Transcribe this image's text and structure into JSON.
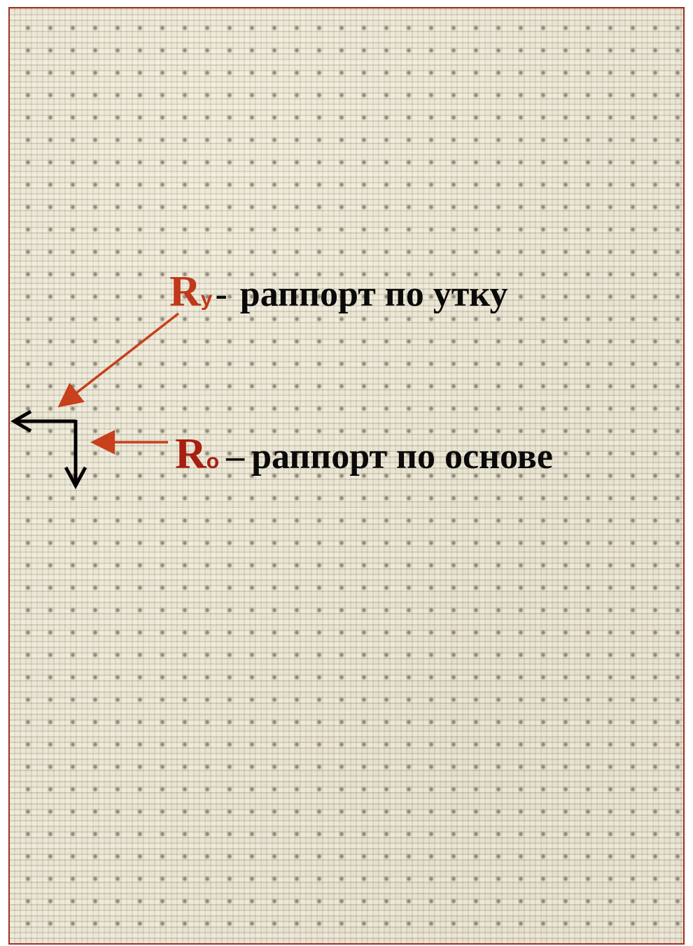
{
  "colors": {
    "weft_symbol": "#c0381a",
    "warp_symbol": "#a81e10",
    "text": "#0a0a0a",
    "frame_border": "#a03020",
    "pointer_arrow": "#c8401c",
    "axis_arrow": "#000000"
  },
  "annotations": {
    "weft": {
      "symbol": "R",
      "subscript": "у",
      "separator": "-",
      "description": "раппорт по утку"
    },
    "warp": {
      "symbol": "R",
      "subscript": "о",
      "separator": "–",
      "description": "раппорт по основе"
    }
  },
  "icons": {
    "axis": "corner-axis-arrows-icon",
    "weft_pointer": "arrow-diagonal-icon",
    "warp_pointer": "arrow-left-icon"
  }
}
